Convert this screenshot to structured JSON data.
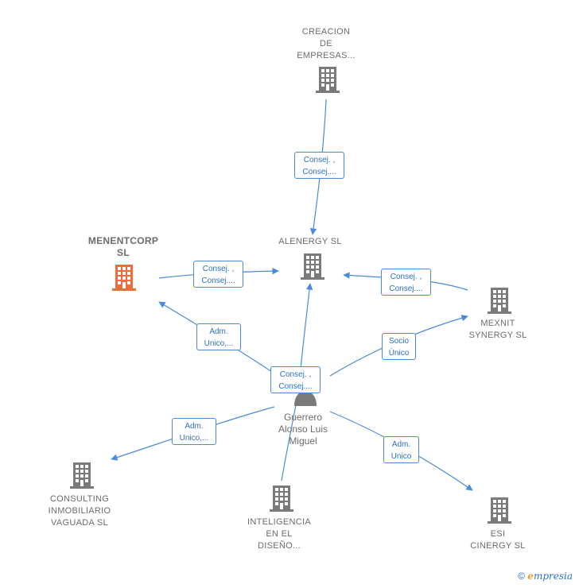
{
  "nodes": {
    "creacion": {
      "label": "CREACION\nDE\nEMPRESAS...",
      "icon": "building-icon",
      "color": "#7a7a7a"
    },
    "alenergy": {
      "label": "ALENERGY  SL",
      "icon": "building-icon",
      "color": "#7a7a7a"
    },
    "menentcorp": {
      "label": "MENENTCORP\nSL",
      "icon": "building-icon",
      "color": "#f26b3a"
    },
    "mexnit": {
      "label": "MEXNIT\nSYNERGY  SL",
      "icon": "building-icon",
      "color": "#7a7a7a"
    },
    "consulting": {
      "label": "CONSULTING\nINMOBILIARIO\nVAGUADA  SL",
      "icon": "building-icon",
      "color": "#7a7a7a"
    },
    "inteligencia": {
      "label": "INTELIGENCIA\nEN EL\nDISEÑO...",
      "icon": "building-icon",
      "color": "#7a7a7a"
    },
    "esi": {
      "label": "ESI\nCINERGY  SL",
      "icon": "building-icon",
      "color": "#7a7a7a"
    },
    "person": {
      "label": "Guerrero\nAlonso Luis\nMiguel",
      "icon": "person-icon",
      "color": "#7a7a7a"
    }
  },
  "edges": {
    "creacion_alenergy": "Consej. ,\nConsej....",
    "menentcorp_alenergy": "Consej. ,\nConsej....",
    "mexnit_alenergy": "Consej. ,\nConsej....",
    "person_menentcorp": "Adm.\nUnico,...",
    "person_alenergy": "Consej. ,\nConsej....",
    "person_mexnit": "Socio\nÚnico",
    "person_consulting": "Adm.\nUnico,...",
    "person_esi": "Adm.\nUnico"
  },
  "colors": {
    "edge": "#4a8ad8",
    "accent": "#f26b3a",
    "node": "#7a7a7a"
  },
  "footer": {
    "copyright": "©",
    "brand_first": "e",
    "brand_rest": "mpresia"
  }
}
